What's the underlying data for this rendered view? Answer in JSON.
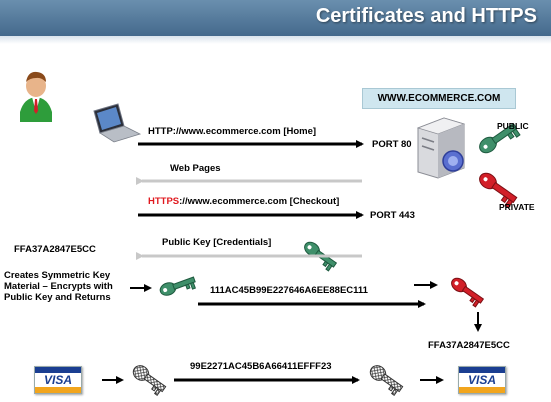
{
  "header": {
    "title": "Certificates and HTTPS"
  },
  "site": {
    "label": "WWW.ECOMMERCE.COM"
  },
  "keys": {
    "public_label": "PUBLIC",
    "private_label": "PRIVATE"
  },
  "flows": {
    "http_request": "HTTP://www.ecommerce.com [Home]",
    "port80": "PORT 80",
    "web_pages": "Web Pages",
    "https_prefix": "HTTPS",
    "https_rest": "://www.ecommerce.com [Checkout]",
    "port443": "PORT 443",
    "public_key": "Public Key [Credentials]"
  },
  "client": {
    "key_value": "FFA37A2847E5CC",
    "symmetric_note": "Creates Symmetric Key Material – Encrypts with Public Key and Returns"
  },
  "encrypted": {
    "key_cipher": "111AC45B99E227646A6EE88EC111",
    "server_key_value": "FFA37A2847E5CC",
    "card_cipher": "99E2271AC45B6A66411EFFF23"
  },
  "cards": {
    "visa_label": "VISA"
  },
  "colors": {
    "header": "#4d7294",
    "public_key": "#3f8f6a",
    "private_key": "#d21f28",
    "site_box": "#cfe6ef",
    "https_red": "#e0191f"
  }
}
